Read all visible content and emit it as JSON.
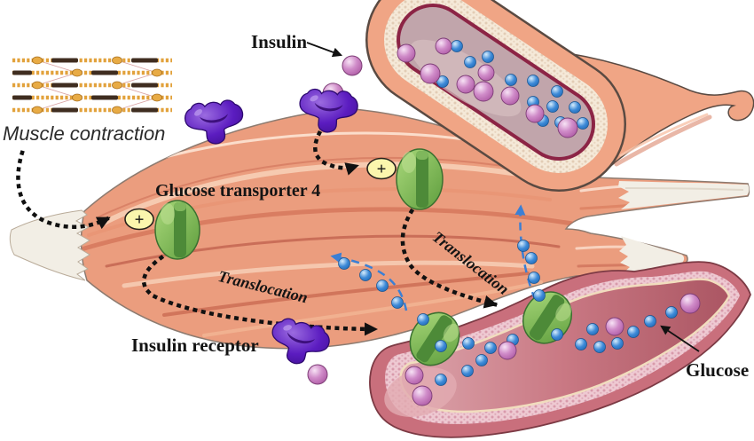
{
  "diagram": {
    "title_context": "Insulin and muscle-contraction stimulated GLUT4 translocation and glucose uptake",
    "labels": {
      "insulin": "Insulin",
      "muscle_contraction": "Muscle contraction",
      "glucose_transporter_4": "Glucose transporter 4",
      "translocation": "Translocation",
      "insulin_receptor": "Insulin receptor",
      "glucose": "Glucose",
      "plus": "+"
    },
    "molecules": {
      "insulin_sphere_color": "#c778bf",
      "glucose_dot_color": "#2e7fd0",
      "insulin_receptor_color": "#5b1cc0",
      "glut4_transporter_color": "#6fae4c",
      "activation_badge_color": "#fbf6ad"
    },
    "colors": {
      "background": "#ffffff",
      "muscle_fill": "#eb9d7e",
      "muscle_striation_light": "#f7cfb6",
      "muscle_striation_dark": "#c05a45",
      "tendon_fill": "#f2eee5",
      "upper_vessel_wall": "#f0a585",
      "upper_vessel_stipple": "#f5e9d8",
      "upper_vessel_inner_line": "#8c2445",
      "upper_vessel_lumen": "#c1a5ab",
      "lower_vessel_wall": "#c96f7c",
      "lower_vessel_stipple": "#eec9d2",
      "lower_vessel_cream_line": "#f1ddbe",
      "lower_vessel_lumen": "#c97883",
      "signal_arrow_black": "#111111",
      "glucose_arrow_blue": "#3b7fd4"
    }
  }
}
